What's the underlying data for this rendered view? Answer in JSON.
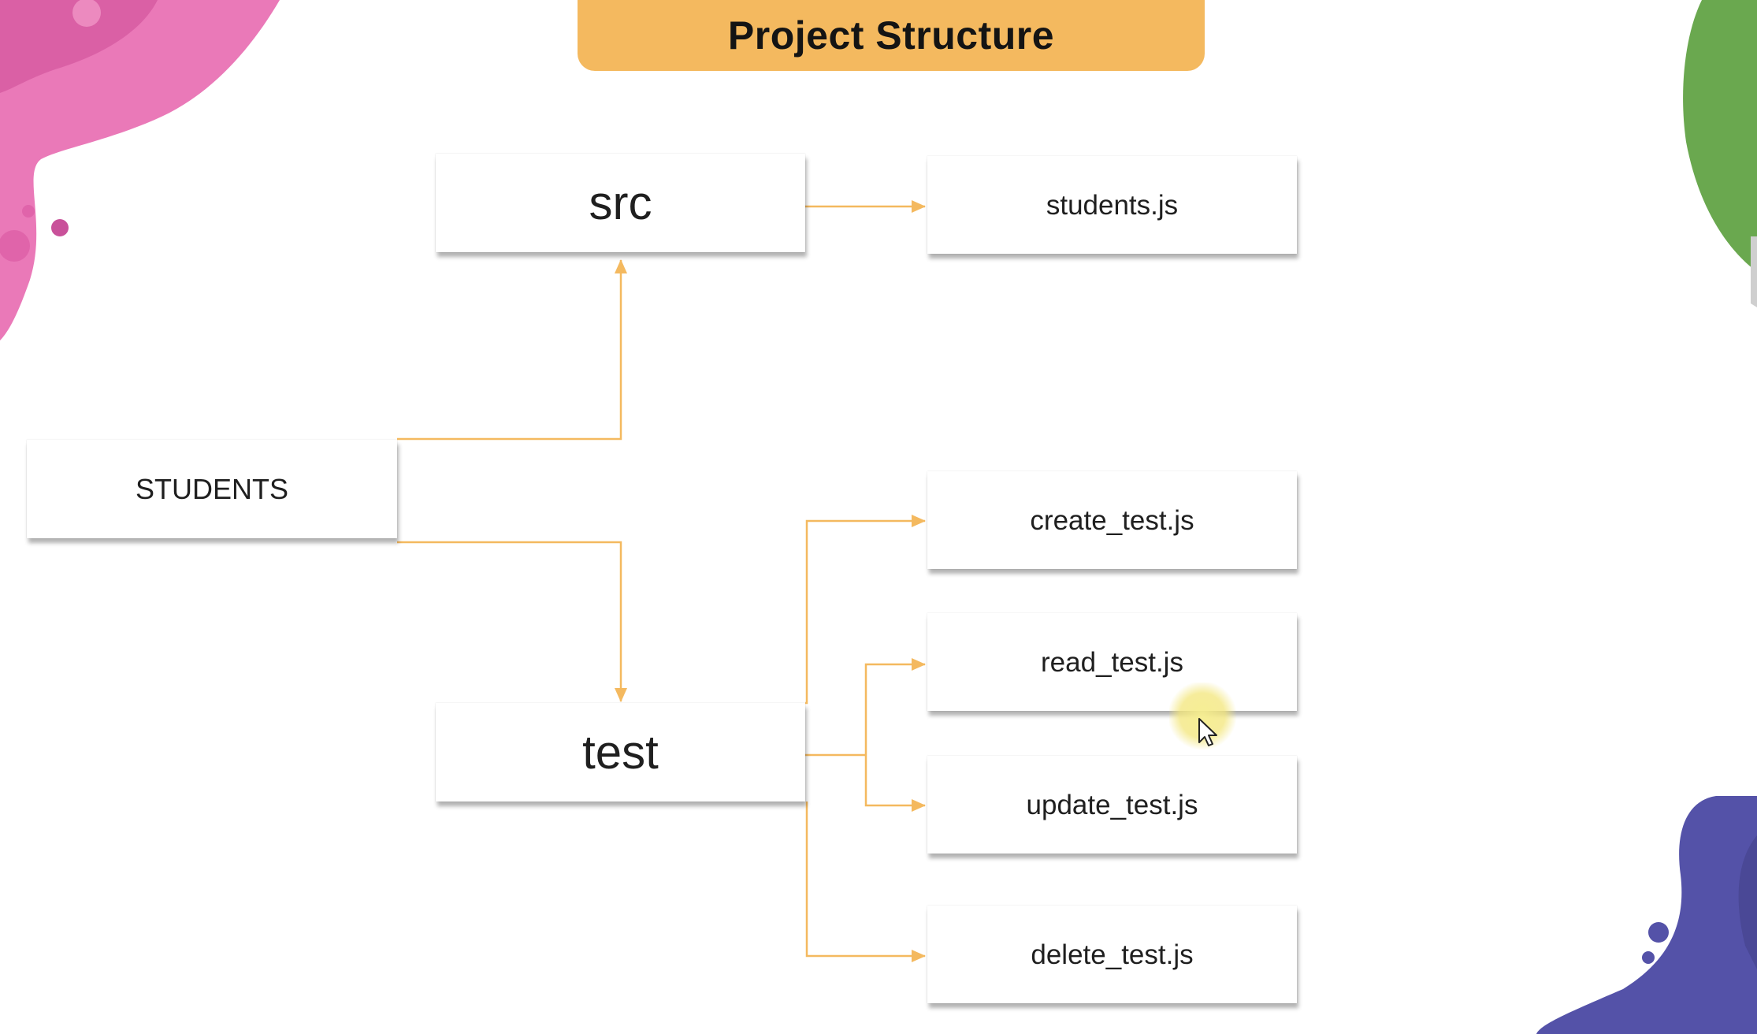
{
  "title": "Project Structure",
  "colors": {
    "title_bar": "#f4b95f",
    "connector": "#f4b95f",
    "blob_pink": "#e673b1",
    "blob_green": "#6aa84f",
    "blob_purple": "#5452a8"
  },
  "nodes": {
    "root": "STUDENTS",
    "src": "src",
    "test": "test",
    "src_files": [
      "students.js"
    ],
    "test_files": [
      "create_test.js",
      "read_test.js",
      "update_test.js",
      "delete_test.js"
    ]
  },
  "icons": {
    "pointer": "mouse-pointer-icon"
  }
}
